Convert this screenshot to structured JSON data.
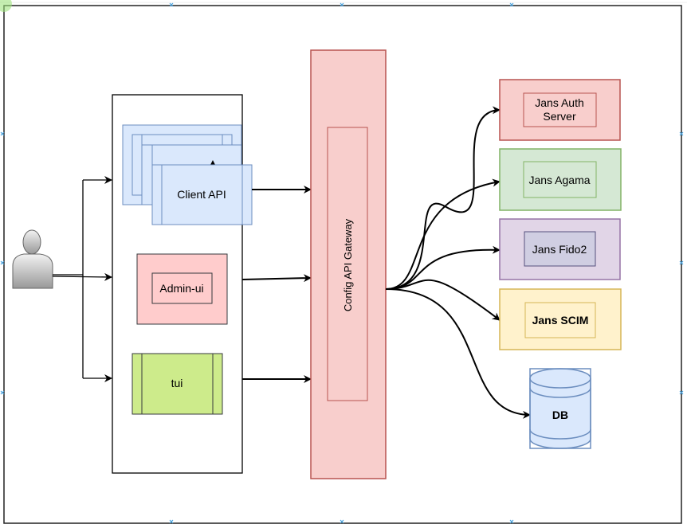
{
  "diagram": {
    "client_api": "Client API",
    "admin_ui": "Admin-ui",
    "tui": "tui",
    "gateway": "Config API Gateway",
    "auth_server_line1": "Jans Auth",
    "auth_server_line2": "Server",
    "agama": "Jans Agama",
    "fido2": "Jans Fido2",
    "scim": "Jans SCIM",
    "db": "DB"
  },
  "colors": {
    "red_fill": "#f8cecc",
    "red_stroke": "#b85450",
    "green_fill": "#d5e8d4",
    "green_stroke": "#82b366",
    "purple_fill": "#e1d5e7",
    "purple_stroke": "#9673a6",
    "yellow_fill": "#fff2cc",
    "yellow_stroke": "#d6b656",
    "blue_fill": "#dae8fc",
    "blue_stroke": "#6c8ebf",
    "tui_fill": "#cdeb8b"
  }
}
